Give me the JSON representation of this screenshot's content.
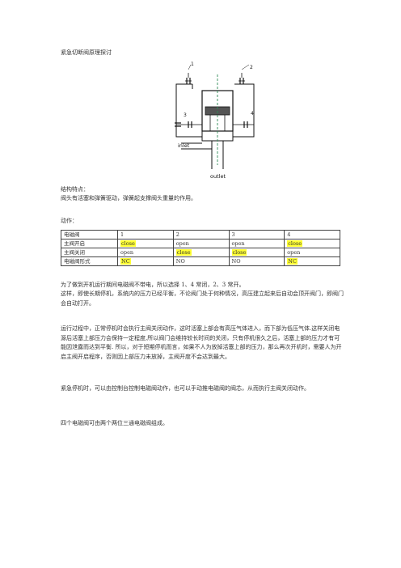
{
  "title": "紧急切断阀原理探讨",
  "diagram": {
    "labels": {
      "n1": "1",
      "n2": "2",
      "n3": "3",
      "n4": "4",
      "inlet": "inlet",
      "outlet": "outlet"
    }
  },
  "structure": {
    "heading": "结构特点：",
    "text": "阀头有活塞和弹簧驱动，弹簧起支撑阀头重量的作用。"
  },
  "action_heading": "动作：",
  "table": {
    "header": [
      "电磁阀",
      "1",
      "2",
      "3",
      "4"
    ],
    "rows": [
      {
        "cells": [
          "主阀开启",
          "close",
          "open",
          "open",
          "close"
        ],
        "highlight": [
          false,
          true,
          false,
          false,
          true
        ]
      },
      {
        "cells": [
          "主阀关闭",
          "open",
          "close",
          "close",
          "open"
        ],
        "highlight": [
          false,
          false,
          true,
          true,
          false
        ]
      },
      {
        "cells": [
          "电磁阀形式",
          "NC",
          "NO",
          "NO",
          "NC"
        ],
        "highlight": [
          false,
          true,
          false,
          false,
          true
        ]
      }
    ]
  },
  "paragraphs": {
    "p1": "为了做到开机运行期间电磁阀不带电，所以选择 1、4 常闭，2、3 常开。",
    "p2": "这样，即使长期停机，系统内的压力已经平衡，不论阀门处于何种情况，高压建立起来后自动会顶开阀门，即阀门会自动打开。",
    "p3": "运行过程中，正常停机时会执行主阀关闭动作，这时活塞上部会有高压气体进入，而下部为低压气体.这样关闭电源后活塞上部压力会保持一定程度,所以阀门会维持较长时间的关闭，只有停机很久之后，活塞上部的压力才有可能因泄露而达到平衡. 所以，对于短期停机而言，如果不人为放掉活塞上部的压力，那么再次开机时，需要人为开启主阀开启程序，否则因上部压力未放掉，主阀开度不会达到最大。",
    "p4": "紧急停机时，可以由控制台控制电磁阀动作，也可以手动推电磁阀的阀芯，从而执行主阀关闭动作。",
    "p5": "四个电磁阀可由两个两位三通电磁阀组成。"
  },
  "colors": {
    "highlight": "#ffff33",
    "dashline": "#2e8b57",
    "text": "#333333"
  }
}
